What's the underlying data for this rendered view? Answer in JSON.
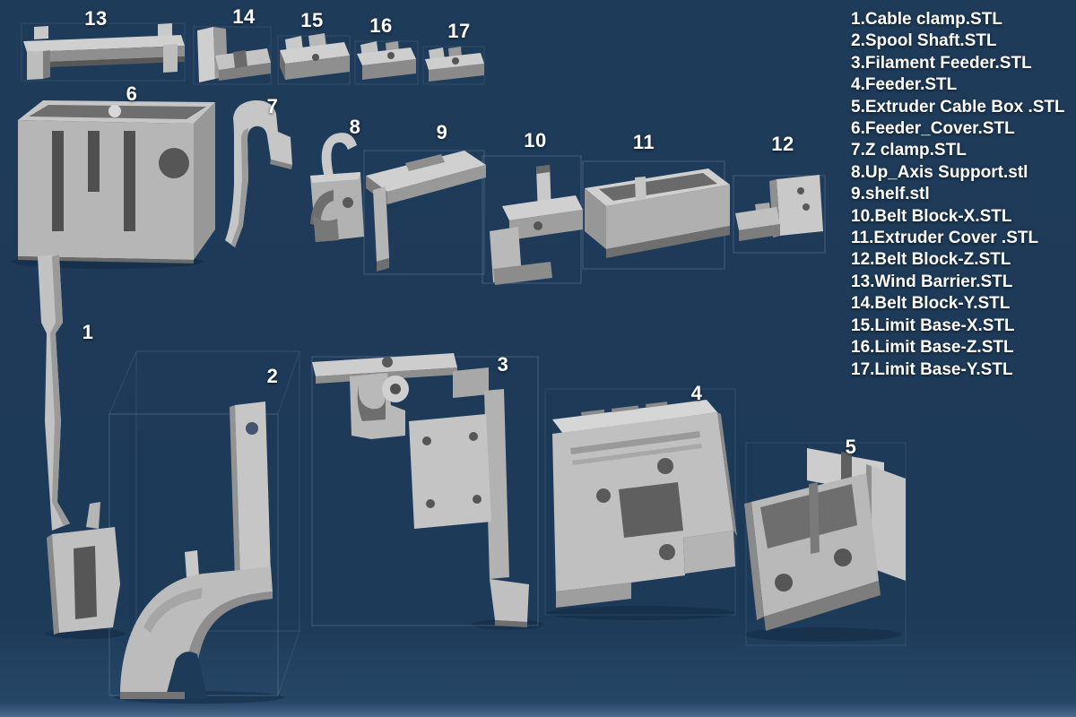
{
  "scene": {
    "background_color": "#1d3a58",
    "model_color_light": "#d2d2d2",
    "model_color_mid": "#b6b6b6",
    "model_color_dark": "#8f8f8f",
    "model_color_shadow": "#5a5a5a",
    "label_color": "#ffffff"
  },
  "part_labels": [
    "1",
    "2",
    "3",
    "4",
    "5",
    "6",
    "7",
    "8",
    "9",
    "10",
    "11",
    "12",
    "13",
    "14",
    "15",
    "16",
    "17"
  ],
  "legend": {
    "items": [
      "1.Cable clamp.STL",
      "2.Spool Shaft.STL",
      "3.Filament Feeder.STL",
      "4.Feeder.STL",
      "5.Extruder Cable Box .STL",
      "6.Feeder_Cover.STL",
      "7.Z clamp.STL",
      "8.Up_Axis Support.stl",
      "9.shelf.stl",
      "10.Belt Block-X.STL",
      "11.Extruder Cover .STL",
      "12.Belt Block-Z.STL",
      "13.Wind Barrier.STL",
      "14.Belt Block-Y.STL",
      "15.Limit Base-X.STL",
      "16.Limit Base-Z.STL",
      "17.Limit Base-Y.STL"
    ]
  }
}
